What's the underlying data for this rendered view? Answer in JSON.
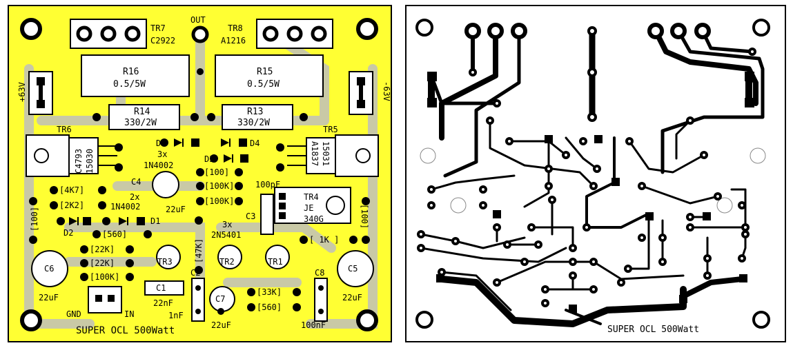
{
  "colors": {
    "board": "#ffff33",
    "trace": "#c8c8a0",
    "copper": "#000000",
    "silk": "#000000",
    "pcb_bg": "#ffffff"
  },
  "components": {
    "tr7": "TR7",
    "tr7_part": "C2922",
    "tr8": "TR8",
    "tr8_part": "A1216",
    "out": "OUT",
    "r16": "R16",
    "r16_val": "0.5/5W",
    "r15": "R15",
    "r15_val": "0.5/5W",
    "r14": "R14",
    "r14_val": "330/2W",
    "r13": "R13",
    "r13_val": "330/2W",
    "pos_rail": "+63V",
    "neg_rail": "-63V",
    "tr6": "TR6",
    "tr6_part_a": "C4793",
    "tr6_part_b": "15030",
    "tr5": "TR5",
    "tr5_part_a": "A1837",
    "tr5_part_b": "15031",
    "d5": "D5",
    "d4": "D4",
    "d3": "D3",
    "diode_note_a": "3x",
    "diode_note_b": "1N4002",
    "r_100_a": "[100]",
    "r_100k_a": "[100K]",
    "r_100k_b": "[100K]",
    "c_100pf": "100pF",
    "c4": "C4",
    "c4_val": "22uF",
    "r_4k7": "[4K7]",
    "r_2k2": "[2K2]",
    "diode_note_c": "2x",
    "diode_note_d": "1N4002",
    "d1": "D1",
    "d2": "D2",
    "r_100_left": "[100]",
    "r_100_right": "[100]",
    "tr4": "TR4",
    "tr4_a": "JE",
    "tr4_b": "340G",
    "c3": "C3",
    "r_560_a": "[560]",
    "r_47k": "[47K]",
    "tr_note_a": "3x",
    "tr_note_b": "2N5401",
    "r_1k": "[ 1K ]",
    "r_22k_a": "[22K]",
    "r_22k_b": "[22K]",
    "r_100k_c": "[100K]",
    "tr3": "TR3",
    "tr2": "TR2",
    "tr1": "TR1",
    "c6": "C6",
    "c6_val": "22uF",
    "c5": "C5",
    "c5_val": "22uF",
    "c1": "C1",
    "c1_val": "22nF",
    "c2": "C2",
    "c2_val": "1nF",
    "c7": "C7",
    "c7_val": "22uF",
    "r_33k": "[33K]",
    "r_560_b": "[560]",
    "c8": "C8",
    "c8_val": "100nF",
    "gnd": "GND",
    "in": "IN",
    "title_left": "SUPER OCL 500Watt",
    "title_right": "SUPER OCL 500Watt"
  }
}
